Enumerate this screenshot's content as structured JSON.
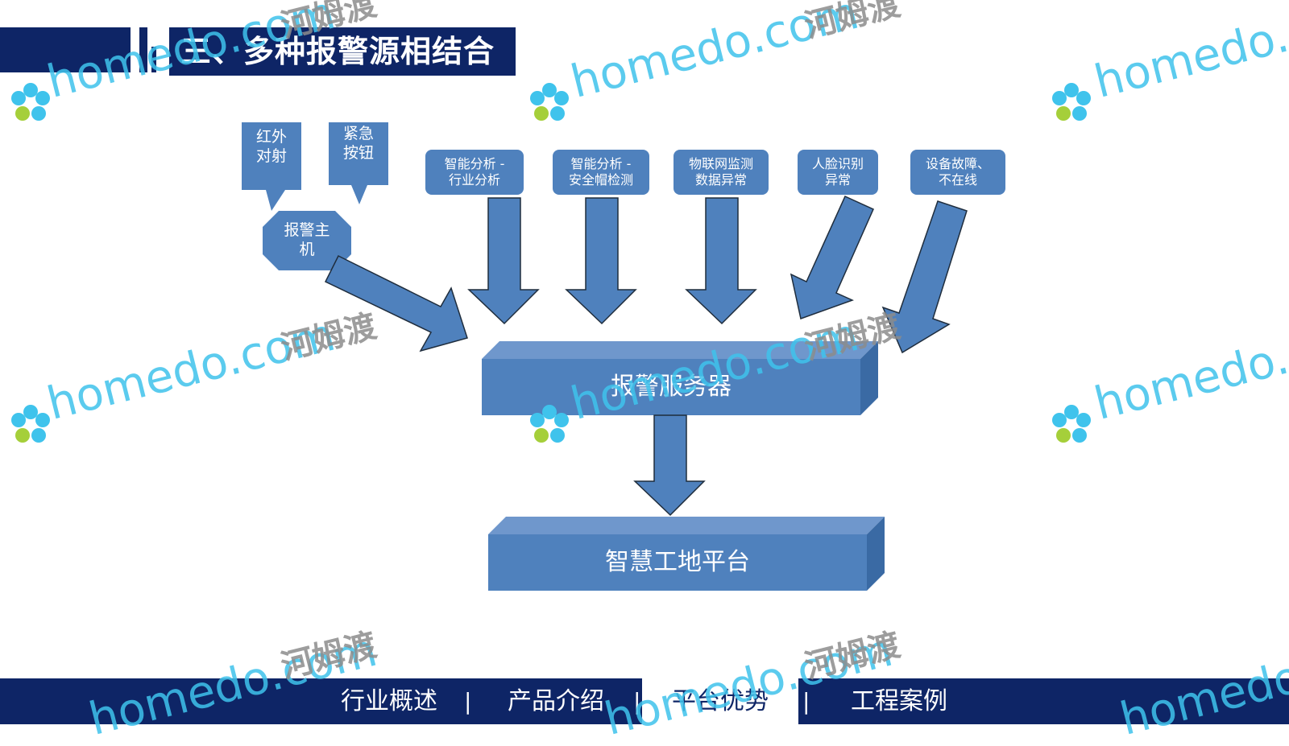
{
  "header": {
    "title": "三、多种报警源相结合"
  },
  "sources": {
    "infrared": "红外\n对射",
    "emergency": "紧急\n按钮",
    "alarm_host": "报警主\n机",
    "box1": "智能分析 -\n行业分析",
    "box2": "智能分析 -\n安全帽检测",
    "box3": "物联网监测\n数据异常",
    "box4": "人脸识别\n异常",
    "box5": "设备故障、\n不在线"
  },
  "server": {
    "label": "报警服务器"
  },
  "platform": {
    "label": "智慧工地平台"
  },
  "footer": {
    "nav": [
      "行业概述",
      "产品介绍",
      "平台优势",
      "工程案例"
    ],
    "separator": "|",
    "active_index": 2
  },
  "watermark": {
    "latin": "homedo.com",
    "cn": "河姆渡"
  },
  "colors": {
    "navy": "#0e2566",
    "shape": "#4f81bd",
    "shape_dark": "#3a6aa4",
    "watermark": "#3fc3ec"
  }
}
